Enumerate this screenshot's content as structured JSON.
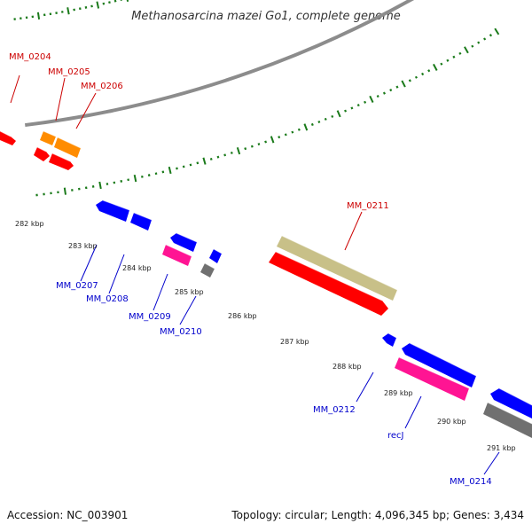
{
  "title": "Methanosarcina mazei Go1, complete genome",
  "footer": {
    "accession": "Accession: NC_003901",
    "summary": "Topology: circular; Length: 4,096,345 bp; Genes: 3,434"
  },
  "colors": {
    "forward_label": "#cc0000",
    "reverse_label": "#0000cc",
    "backbone": "#8c8c8c",
    "tick": "#1a7a1a",
    "cds_red": "#ff0000",
    "cds_orange": "#ff8c00",
    "cds_olive": "#c8c088",
    "cds_blue": "#0000ff",
    "cds_pink": "#ff1493",
    "cds_gray": "#707070"
  },
  "kbp_labels": [
    "282 kbp",
    "283 kbp",
    "284 kbp",
    "285 kbp",
    "286 kbp",
    "287 kbp",
    "288 kbp",
    "289 kbp",
    "290 kbp",
    "291 kbp"
  ],
  "genes": [
    {
      "id": "MM_0204",
      "strand": "forward",
      "color": "cds_red"
    },
    {
      "id": "MM_0205",
      "strand": "forward",
      "color": "cds_orange"
    },
    {
      "id": "MM_0206",
      "strand": "forward",
      "color": "cds_orange"
    },
    {
      "id": "MM_0211",
      "strand": "forward",
      "color": "cds_olive"
    },
    {
      "id": "MM_0207",
      "strand": "reverse",
      "color": "cds_blue"
    },
    {
      "id": "MM_0208",
      "strand": "reverse",
      "color": "cds_blue"
    },
    {
      "id": "MM_0209",
      "strand": "reverse",
      "color": "cds_pink"
    },
    {
      "id": "MM_0210",
      "strand": "reverse",
      "color": "cds_gray"
    },
    {
      "id": "MM_0212",
      "strand": "reverse",
      "color": "cds_blue"
    },
    {
      "id": "recJ",
      "strand": "reverse",
      "color": "cds_pink"
    },
    {
      "id": "MM_0214",
      "strand": "reverse",
      "color": "cds_gray"
    }
  ]
}
